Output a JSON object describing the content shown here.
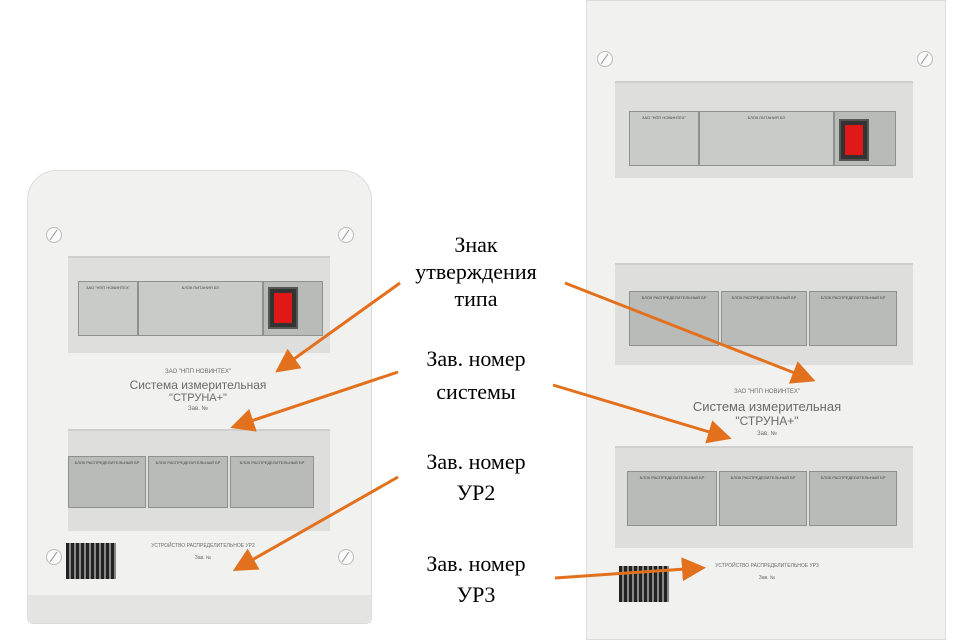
{
  "labels": {
    "approval_mark": [
      "Знак",
      "утверждения",
      "типа"
    ],
    "system_serial": [
      "Зав. номер",
      "системы"
    ],
    "ur2_serial": [
      "Зав. номер",
      "УР2"
    ],
    "ur3_serial": [
      "Зав. номер",
      "УР3"
    ]
  },
  "device": {
    "manufacturer": "ЗАО \"НПП НОВИНТЕХ\"",
    "system_name": "Система измерительная",
    "system_model": "\"СТРУНА+\"",
    "serial_prefix": "Зав. №",
    "ur2_caption": "УСТРОЙСТВО РАСПРЕДЕЛИТЕЛЬНОЕ УР2",
    "ur3_caption": "УСТРОЙСТВО РАСПРЕДЕЛИТЕЛЬНОЕ УР3",
    "module_name": "БЛОК РАСПРЕДЕЛИТЕЛЬНЫЙ БР",
    "power_module_name": "БЛОК ПИТАНИЯ БП"
  },
  "colors": {
    "arrow": "#e2701c",
    "switch": "#e01818"
  }
}
